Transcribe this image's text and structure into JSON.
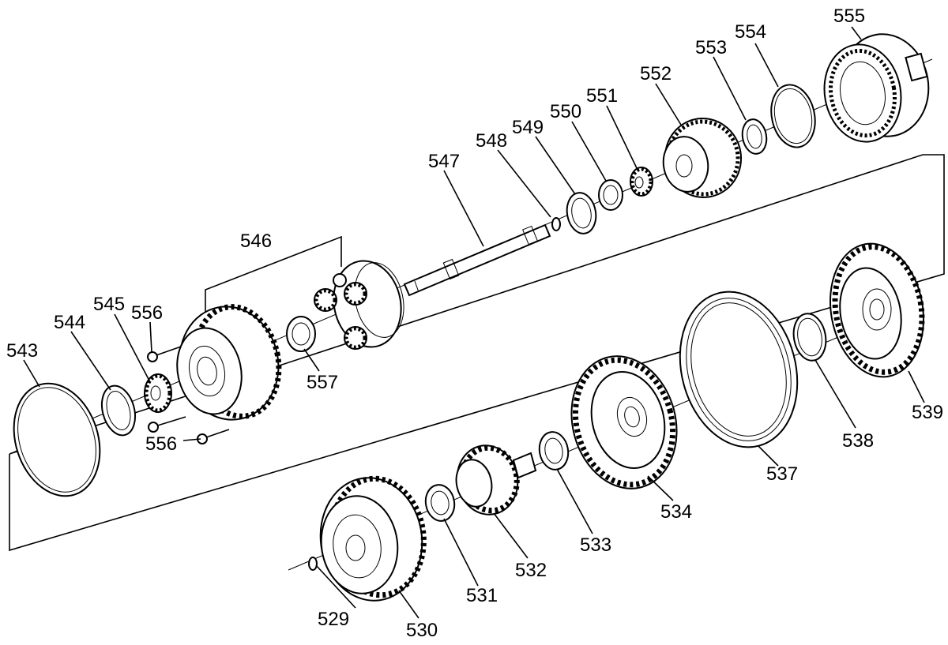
{
  "callouts": {
    "c529": "529",
    "c530": "530",
    "c531": "531",
    "c532": "532",
    "c533": "533",
    "c534": "534",
    "c537": "537",
    "c538": "538",
    "c539": "539",
    "c543": "543",
    "c544": "544",
    "c545": "545",
    "c546": "546",
    "c547": "547",
    "c548": "548",
    "c549": "549",
    "c550": "550",
    "c551": "551",
    "c552": "552",
    "c553": "553",
    "c554": "554",
    "c555": "555",
    "c556a": "556",
    "c556b": "556",
    "c557": "557"
  }
}
